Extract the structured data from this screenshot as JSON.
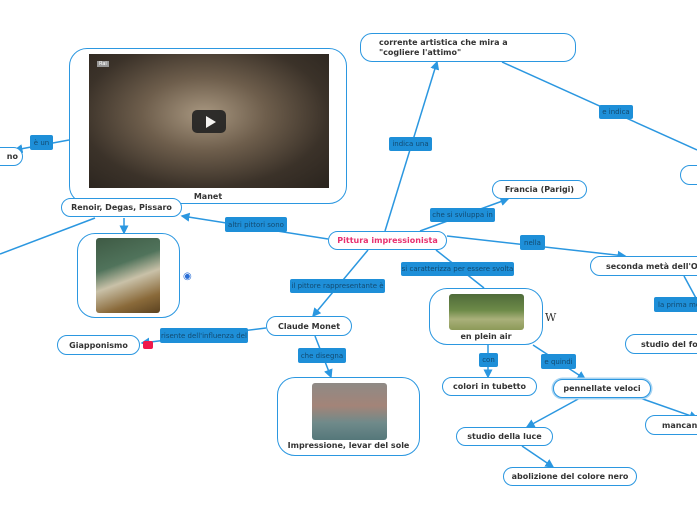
{
  "central": {
    "label": "Pittura impressionista",
    "color": "#e8306f"
  },
  "nodes": {
    "corrente": "corrente artistica che mira a \"cogliere l'attimo\"",
    "francia": "Francia (Parigi)",
    "seconda": "seconda metà dell'Otto",
    "renoir": "Renoir, Degas, Pissaro",
    "left_cut": "no",
    "monet": "Claude Monet",
    "giapponismo": "Giapponismo",
    "plein_air": "en plein air",
    "colori": "colori in tubetto",
    "pennellate": "pennellate veloci",
    "luce": "studio della luce",
    "abolizione": "abolizione del colore nero",
    "mancanza": "mancanz",
    "foto": "studio del foto",
    "manet": "Manet",
    "impressione": "Impressione, levar del sole"
  },
  "labels": {
    "indica_una": "indica una",
    "e_indica": "e indica",
    "e_un": "è un",
    "altri_pittori": "altri pittori sono",
    "sviluppa": "che si sviluppa in",
    "nella": "nella",
    "caratterizza": "si caratterizza per essere svolta",
    "pittore": "il pittore rappresentante è",
    "risente": "risente dell'influenza del",
    "che_disegna": "che disegna",
    "con": "con",
    "e_quindi": "e quindi",
    "prima": "la prima mo"
  },
  "video": {
    "channel_logo": "Rai"
  },
  "icons": {
    "wikipedia": "W"
  },
  "colors": {
    "line": "#2b97e0",
    "label_bg": "#1e8fd8"
  }
}
